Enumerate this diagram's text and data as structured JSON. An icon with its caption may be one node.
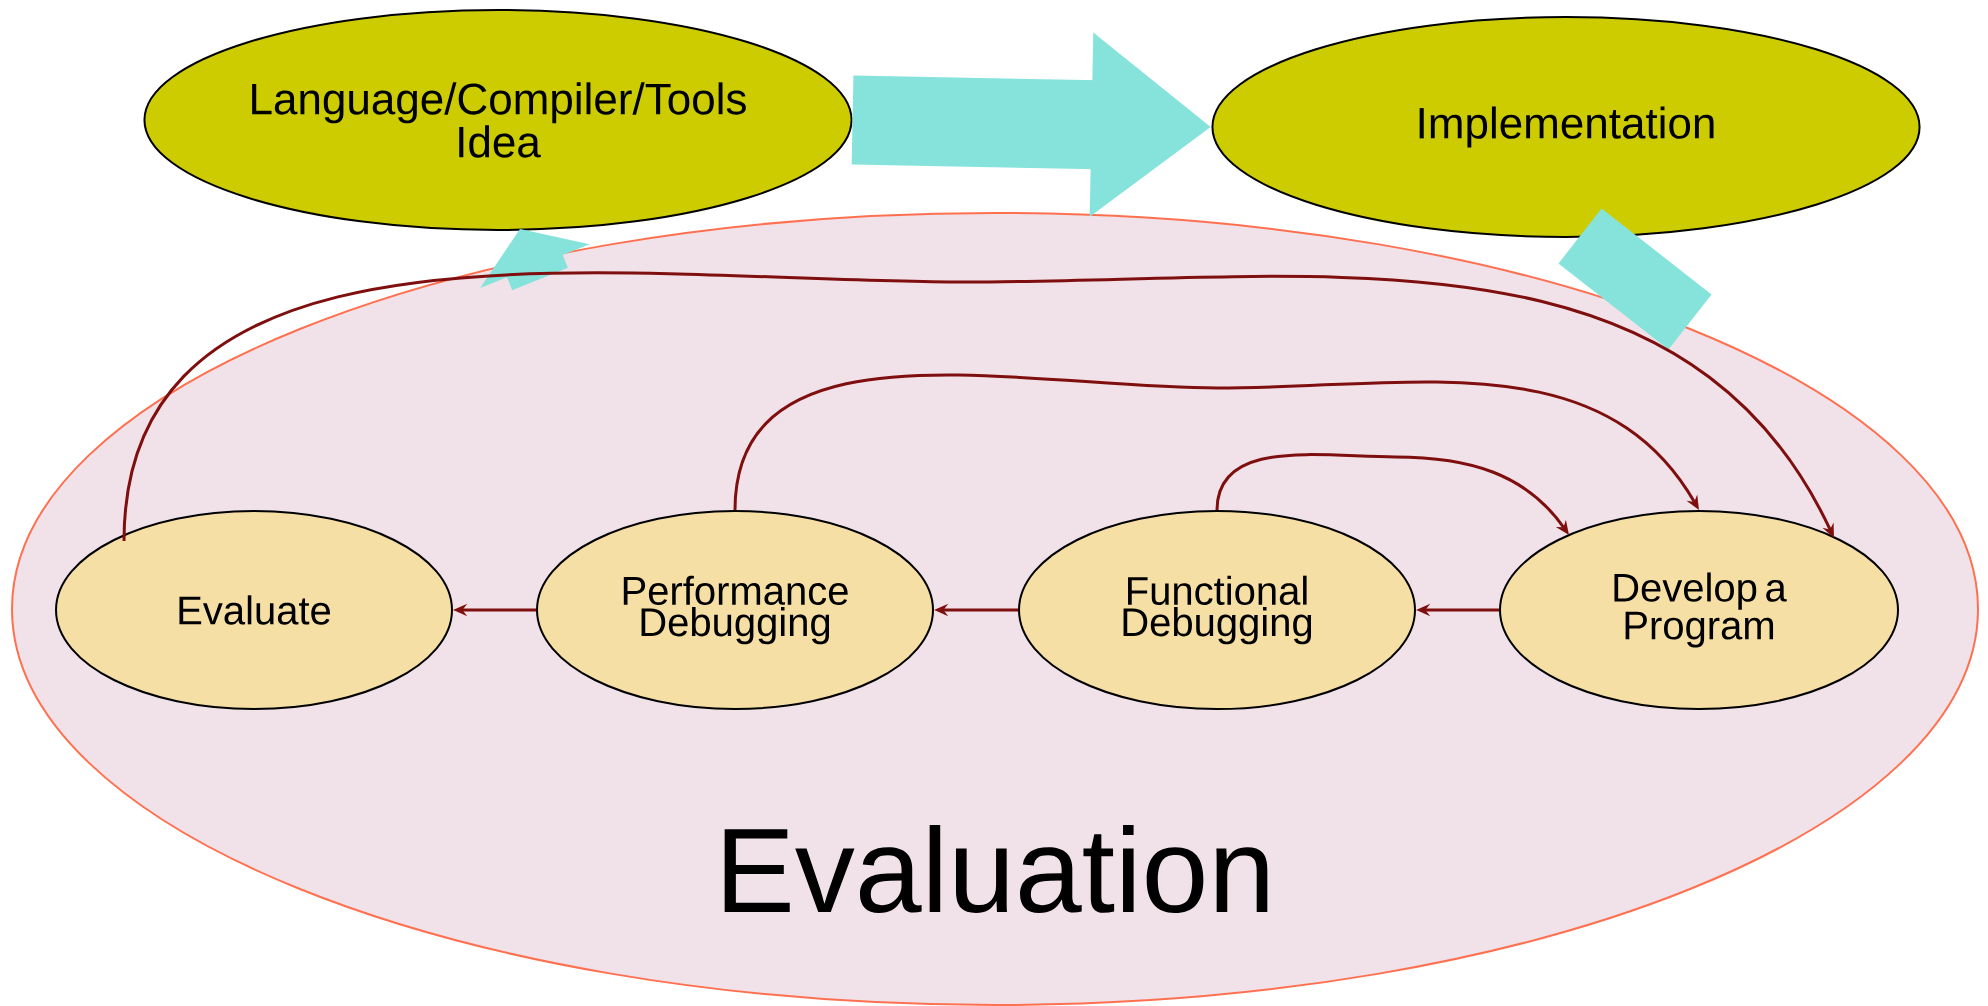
{
  "diagram": {
    "nodes": [
      {
        "text": [
          "Language/Compiler/Tools Idea"
        ]
      },
      {
        "text": [
          "Implementation"
        ]
      },
      {
        "text": [
          "Evaluation"
        ]
      },
      {
        "text": [
          "Evaluate"
        ],
        "in": 2
      },
      {
        "text": [
          "Performance Debugging"
        ],
        "in": 2
      },
      {
        "text": [
          "Functional Debugging"
        ],
        "in": 2
      },
      {
        "text": [
          "Develop a Program"
        ],
        "in": 2
      }
    ],
    "edges": [
      {
        "from": 0,
        "to": 1,
        "arrow": "to",
        "style": "thick",
        "color": "#86e3dc"
      },
      {
        "from": 1,
        "to": 2,
        "arrow": "none",
        "style": "thick",
        "color": "#86e3dc"
      },
      {
        "from": 2,
        "to": 0,
        "arrow": "to",
        "style": "thick",
        "color": "#86e3dc"
      },
      {
        "from": 6,
        "to": 5,
        "arrow": "to",
        "color": "#7f0f0f"
      },
      {
        "from": 5,
        "to": 4,
        "arrow": "to",
        "color": "#7f0f0f"
      },
      {
        "from": 4,
        "to": 3,
        "arrow": "to",
        "color": "#7f0f0f"
      },
      {
        "from": 3,
        "to": 6,
        "arrow": "to",
        "color": "#7f0f0f"
      },
      {
        "from": 4,
        "to": 6,
        "arrow": "to",
        "color": "#7f0f0f"
      },
      {
        "from": 5,
        "to": 6,
        "arrow": "to",
        "color": "#7f0f0f"
      }
    ]
  }
}
